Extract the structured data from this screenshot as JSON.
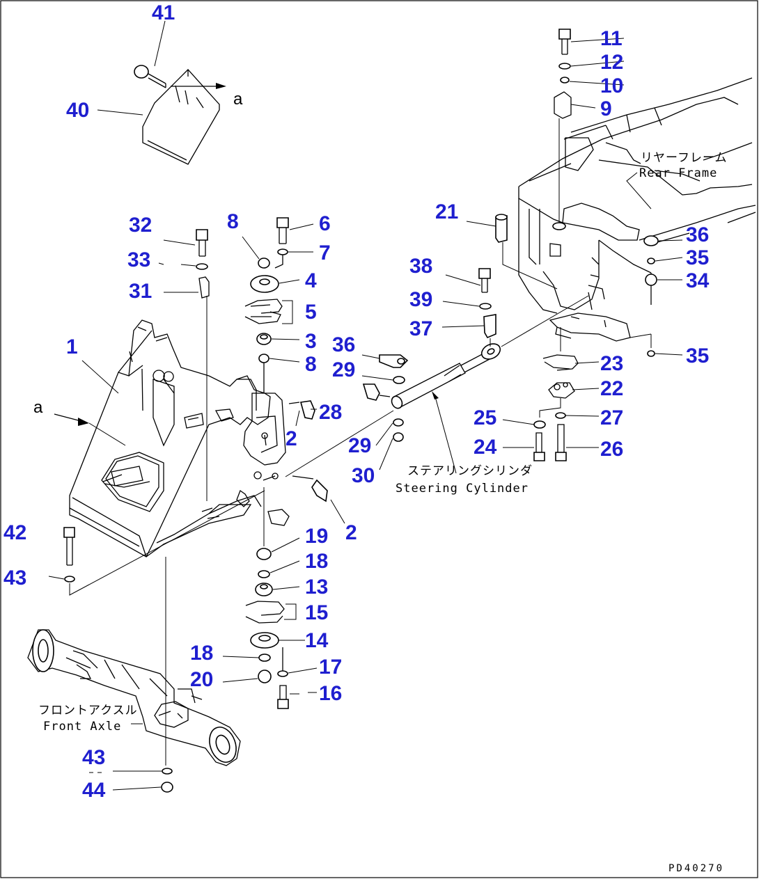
{
  "labels": {
    "rear_frame_jp": "リヤーフレーム",
    "rear_frame_en": "Rear Frame",
    "steering_cylinder_jp": "ステアリングシリンダ",
    "steering_cylinder_en": "Steering Cylinder",
    "front_axle_jp": "フロントアクスル",
    "front_axle_en": "Front Axle",
    "view_marker_top": "a",
    "view_marker_left": "a",
    "drawing_code": "PD40270"
  },
  "callouts": [
    {
      "n": "41"
    },
    {
      "n": "40"
    },
    {
      "n": "11"
    },
    {
      "n": "12"
    },
    {
      "n": "10"
    },
    {
      "n": "9"
    },
    {
      "n": "21"
    },
    {
      "n": "36"
    },
    {
      "n": "35"
    },
    {
      "n": "34"
    },
    {
      "n": "35"
    },
    {
      "n": "32"
    },
    {
      "n": "33"
    },
    {
      "n": "31"
    },
    {
      "n": "8"
    },
    {
      "n": "6"
    },
    {
      "n": "7"
    },
    {
      "n": "4"
    },
    {
      "n": "5"
    },
    {
      "n": "3"
    },
    {
      "n": "8"
    },
    {
      "n": "1"
    },
    {
      "n": "28"
    },
    {
      "n": "2"
    },
    {
      "n": "38"
    },
    {
      "n": "39"
    },
    {
      "n": "37"
    },
    {
      "n": "36"
    },
    {
      "n": "29"
    },
    {
      "n": "29"
    },
    {
      "n": "30"
    },
    {
      "n": "23"
    },
    {
      "n": "22"
    },
    {
      "n": "25"
    },
    {
      "n": "27"
    },
    {
      "n": "24"
    },
    {
      "n": "26"
    },
    {
      "n": "2"
    },
    {
      "n": "19"
    },
    {
      "n": "18"
    },
    {
      "n": "13"
    },
    {
      "n": "15"
    },
    {
      "n": "14"
    },
    {
      "n": "18"
    },
    {
      "n": "17"
    },
    {
      "n": "20"
    },
    {
      "n": "16"
    },
    {
      "n": "42"
    },
    {
      "n": "43"
    },
    {
      "n": "43"
    },
    {
      "n": "44"
    }
  ]
}
